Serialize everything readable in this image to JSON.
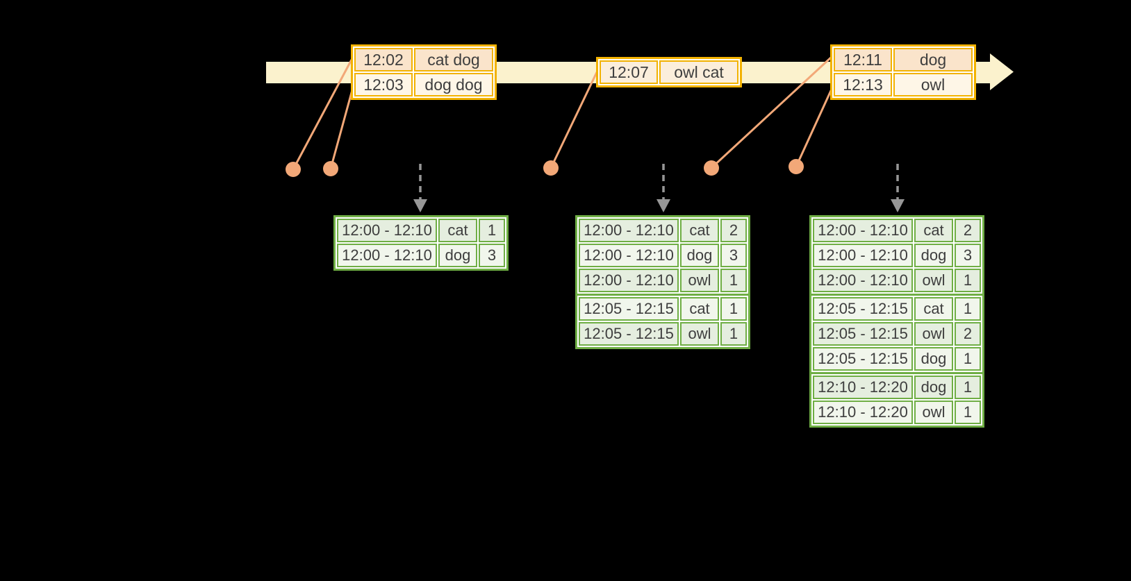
{
  "colors": {
    "background": "#000000",
    "timeline_band": "#FBF2CD",
    "event_border": "#F2B200",
    "event_row_dark": "#FAE4CB",
    "event_row_light": "#FEF6E7",
    "event_row_solo": "#FBEEDB",
    "connector_orange": "#F2A878",
    "result_border": "#6FAE44",
    "result_row_dark": "#E5EEDF",
    "result_row_light": "#F1F6EC",
    "trigger_arrow_gray": "#979797",
    "text": "#3E3E3E"
  },
  "event_tables": [
    {
      "rows": [
        {
          "time": "12:02",
          "words": "cat dog"
        },
        {
          "time": "12:03",
          "words": "dog dog"
        }
      ]
    },
    {
      "rows": [
        {
          "time": "12:07",
          "words": "owl cat"
        }
      ]
    },
    {
      "rows": [
        {
          "time": "12:11",
          "words": "dog"
        },
        {
          "time": "12:13",
          "words": "owl"
        }
      ]
    }
  ],
  "result_tables": [
    {
      "groups": [
        {
          "rows": [
            [
              "12:00 - 12:10",
              "cat",
              "1"
            ],
            [
              "12:00 - 12:10",
              "dog",
              "3"
            ]
          ]
        }
      ]
    },
    {
      "groups": [
        {
          "rows": [
            [
              "12:00 - 12:10",
              "cat",
              "2"
            ],
            [
              "12:00 - 12:10",
              "dog",
              "3"
            ],
            [
              "12:00 - 12:10",
              "owl",
              "1"
            ]
          ]
        },
        {
          "rows": [
            [
              "12:05 - 12:15",
              "cat",
              "1"
            ],
            [
              "12:05 - 12:15",
              "owl",
              "1"
            ]
          ]
        }
      ]
    },
    {
      "groups": [
        {
          "rows": [
            [
              "12:00 - 12:10",
              "cat",
              "2"
            ],
            [
              "12:00 - 12:10",
              "dog",
              "3"
            ],
            [
              "12:00 - 12:10",
              "owl",
              "1"
            ]
          ]
        },
        {
          "rows": [
            [
              "12:05 - 12:15",
              "cat",
              "1"
            ],
            [
              "12:05 - 12:15",
              "owl",
              "2"
            ],
            [
              "12:05 - 12:15",
              "dog",
              "1"
            ]
          ]
        },
        {
          "rows": [
            [
              "12:10 - 12:20",
              "dog",
              "1"
            ],
            [
              "12:10 - 12:20",
              "owl",
              "1"
            ]
          ]
        }
      ]
    }
  ]
}
